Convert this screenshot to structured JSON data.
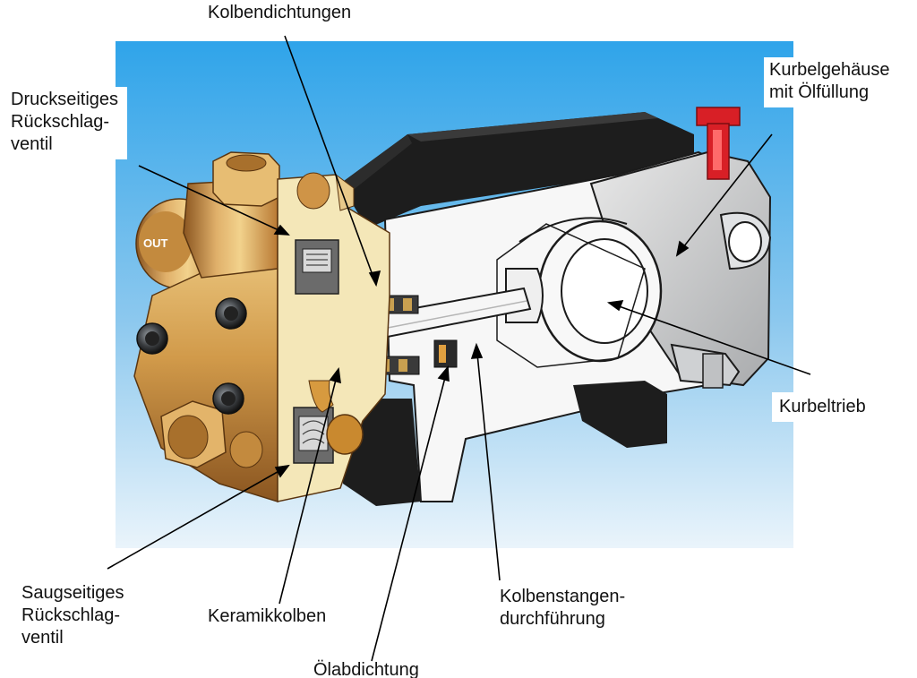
{
  "labels": {
    "kolbendichtungen": [
      "Kolbendichtungen"
    ],
    "druckseitiges": [
      "Druckseitiges",
      "Rückschlag-",
      "ventil"
    ],
    "kurbelgehaeuse": [
      "Kurbelgehäuse",
      "mit Ölfüllung"
    ],
    "kurbeltrieb": [
      "Kurbeltrieb"
    ],
    "saugseitiges": [
      "Saugseitiges",
      "Rückschlag-",
      "ventil"
    ],
    "keramikkolben": [
      "Keramikkolben"
    ],
    "kolbenstangen": [
      "Kolbenstangen-",
      "durchführung"
    ],
    "oelabdichtung": [
      "Ölabdichtung"
    ]
  },
  "port_marking": "OUT",
  "colors": {
    "background_top": "#2fa4ea",
    "background_bottom": "#eaf4fb",
    "brass_light": "#f2d28c",
    "brass_mid": "#d19a4a",
    "brass_dark": "#8a5520",
    "cutaway_yellow": "#f4e7b8",
    "motor_black": "#1a1a1a",
    "housing_white": "#f4f4f4",
    "oil_cap_red": "#d81f26",
    "leader_line": "#000000"
  }
}
